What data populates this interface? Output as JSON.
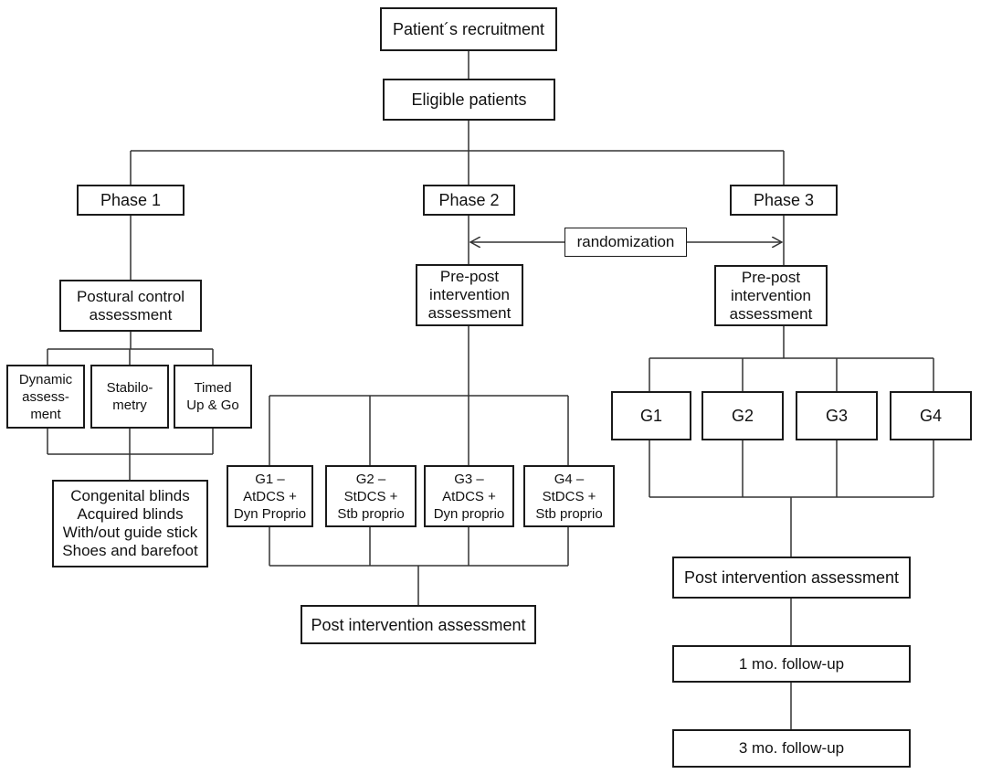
{
  "top": {
    "recruitment": "Patient´s recruitment",
    "eligible": "Eligible patients"
  },
  "phases": {
    "p1": "Phase 1",
    "p2": "Phase 2",
    "p3": "Phase 3"
  },
  "randomization": "randomization",
  "phase1": {
    "postural": "Postural control\nassessment",
    "dynamic": "Dynamic\nassess-\nment",
    "stabilo": "Stabilo-\nmetry",
    "timed": "Timed\nUp & Go",
    "groups": "Congenital blinds\nAcquired blinds\nWith/out guide stick\nShoes and barefoot"
  },
  "phase2": {
    "prepost": "Pre-post\nintervention\nassessment",
    "g1": "G1 –\nAtDCS +\nDyn Proprio",
    "g2": "G2 –\nStDCS +\nStb proprio",
    "g3": "G3 –\nAtDCS +\nDyn proprio",
    "g4": "G4 –\nStDCS +\nStb proprio",
    "post": "Post intervention assessment"
  },
  "phase3": {
    "prepost": "Pre-post\nintervention\nassessment",
    "g1": "G1",
    "g2": "G2",
    "g3": "G3",
    "g4": "G4",
    "post": "Post intervention assessment",
    "fu1": "1 mo. follow-up",
    "fu3": "3 mo. follow-up"
  }
}
